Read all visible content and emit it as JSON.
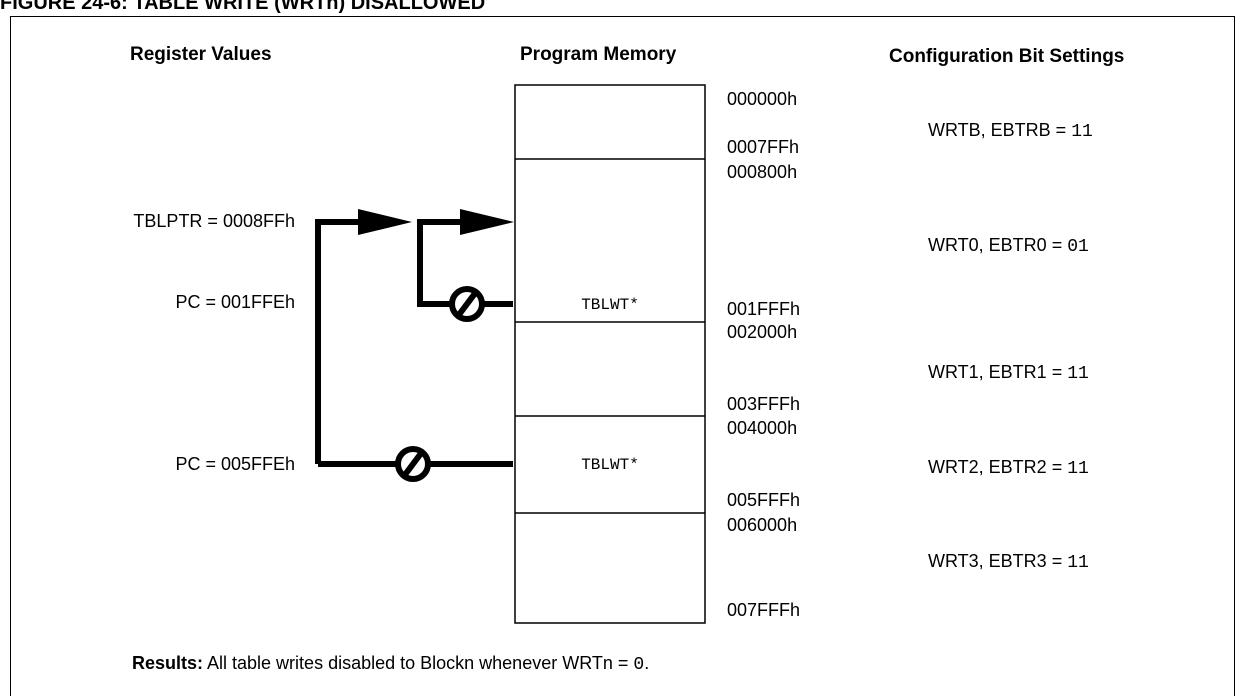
{
  "figure": {
    "title": "FIGURE 24-6:          TABLE WRITE (WRTn) DISALLOWED"
  },
  "headers": {
    "register_values": "Register Values",
    "program_memory": "Program Memory",
    "config_bits": "Configuration Bit Settings"
  },
  "registers": {
    "tblptr": "TBLPTR = 0008FFh",
    "pc1": "PC = 001FFEh",
    "pc2": "PC = 005FFEh"
  },
  "memory": {
    "addresses": [
      "000000h",
      "0007FFh",
      "000800h",
      "001FFFh",
      "002000h",
      "003FFFh",
      "004000h",
      "005FFFh",
      "006000h",
      "007FFFh"
    ],
    "instructions": [
      "TBLWT*",
      "TBLWT*"
    ]
  },
  "config": [
    {
      "label": "WRTB, EBTRB = ",
      "value": "11"
    },
    {
      "label": "WRT0, EBTR0 = ",
      "value": "01"
    },
    {
      "label": "WRT1, EBTR1 = ",
      "value": "11"
    },
    {
      "label": "WRT2, EBTR2 = ",
      "value": "11"
    },
    {
      "label": "WRT3, EBTR3 = ",
      "value": "11"
    }
  ],
  "results": {
    "label": "Results:",
    "text_before": " All table writes disabled to Blockn whenever WRTn = ",
    "value": "0",
    "text_after": "."
  }
}
